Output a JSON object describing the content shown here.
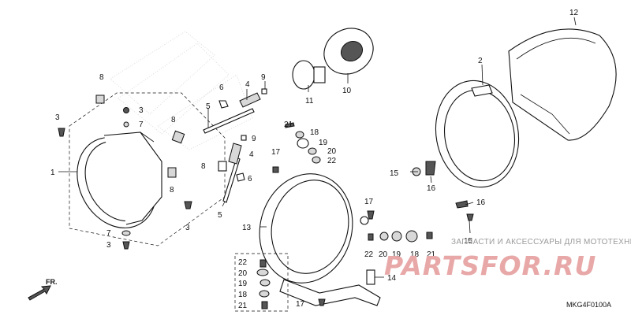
{
  "diagram": {
    "code": "MKG4F0100A",
    "direction_label": "FR.",
    "watermark_text": "ЗАПЧАСТИ И АКСЕССУАРЫ ДЛЯ МОТОТЕХНИКИ",
    "watermark_logo": "PARTSFOR.RU",
    "callouts": [
      {
        "id": "c1",
        "label": "1"
      },
      {
        "id": "c2",
        "label": "2"
      },
      {
        "id": "c3a",
        "label": "3"
      },
      {
        "id": "c3b",
        "label": "3"
      },
      {
        "id": "c3c",
        "label": "3"
      },
      {
        "id": "c3d",
        "label": "3"
      },
      {
        "id": "c4a",
        "label": "4"
      },
      {
        "id": "c4b",
        "label": "4"
      },
      {
        "id": "c5a",
        "label": "5"
      },
      {
        "id": "c5b",
        "label": "5"
      },
      {
        "id": "c6a",
        "label": "6"
      },
      {
        "id": "c6b",
        "label": "6"
      },
      {
        "id": "c7a",
        "label": "7"
      },
      {
        "id": "c7b",
        "label": "7"
      },
      {
        "id": "c8a",
        "label": "8"
      },
      {
        "id": "c8b",
        "label": "8"
      },
      {
        "id": "c8c",
        "label": "8"
      },
      {
        "id": "c8d",
        "label": "8"
      },
      {
        "id": "c9a",
        "label": "9"
      },
      {
        "id": "c9b",
        "label": "9"
      },
      {
        "id": "c10",
        "label": "10"
      },
      {
        "id": "c11",
        "label": "11"
      },
      {
        "id": "c12",
        "label": "12"
      },
      {
        "id": "c13",
        "label": "13"
      },
      {
        "id": "c14",
        "label": "14"
      },
      {
        "id": "c15a",
        "label": "15"
      },
      {
        "id": "c15b",
        "label": "15"
      },
      {
        "id": "c16a",
        "label": "16"
      },
      {
        "id": "c16b",
        "label": "16"
      },
      {
        "id": "c17a",
        "label": "17"
      },
      {
        "id": "c17b",
        "label": "17"
      },
      {
        "id": "c17c",
        "label": "17"
      },
      {
        "id": "c18a",
        "label": "18"
      },
      {
        "id": "c18b",
        "label": "18"
      },
      {
        "id": "c18c",
        "label": "18"
      },
      {
        "id": "c19a",
        "label": "19"
      },
      {
        "id": "c19b",
        "label": "19"
      },
      {
        "id": "c19c",
        "label": "19"
      },
      {
        "id": "c20a",
        "label": "20"
      },
      {
        "id": "c20b",
        "label": "20"
      },
      {
        "id": "c20c",
        "label": "20"
      },
      {
        "id": "c21a",
        "label": "21"
      },
      {
        "id": "c21b",
        "label": "21"
      },
      {
        "id": "c21c",
        "label": "21"
      },
      {
        "id": "c22a",
        "label": "22"
      },
      {
        "id": "c22b",
        "label": "22"
      },
      {
        "id": "c22c",
        "label": "22"
      }
    ]
  }
}
